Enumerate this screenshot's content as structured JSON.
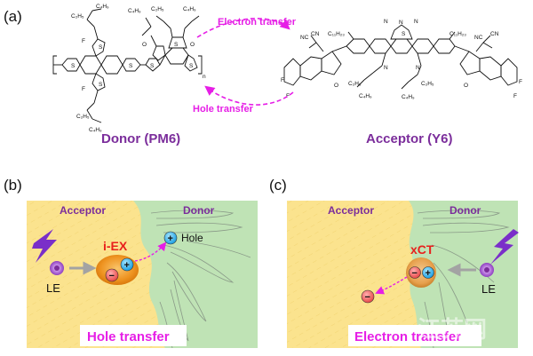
{
  "panels": {
    "a": "(a)",
    "b": "(b)",
    "c": "(c)"
  },
  "top": {
    "electron_transfer": "Electron transfer",
    "hole_transfer": "Hole transfer",
    "donor_name": "Donor (PM6)",
    "acceptor_name": "Acceptor (Y6)",
    "subscript_n": "n"
  },
  "chem_labels": {
    "c2h5": "C₂H₅",
    "c4h9": "C₄H₉",
    "c11h23": "C₁₁H₂₃",
    "f": "F",
    "s": "S",
    "o": "O",
    "n": "N",
    "nc": "NC",
    "cn": "CN"
  },
  "panel_b": {
    "acceptor": "Acceptor",
    "donor": "Donor",
    "le": "LE",
    "iex": "i-EX",
    "hole": "Hole",
    "banner": "Hole transfer",
    "minus": "−",
    "plus": "+"
  },
  "panel_c": {
    "acceptor": "Acceptor",
    "donor": "Donor",
    "le": "LE",
    "xct": "xCT",
    "banner": "Electron transfer",
    "minus": "−",
    "plus": "+"
  },
  "watermark": "江苏网",
  "colors": {
    "magenta": "#e61ee6",
    "purple_label": "#7b2d9b",
    "acceptor_bg": "#fbe38e",
    "donor_bg": "#bfe3b5",
    "orange_ellipse": "#ef9a1a",
    "red_text": "#e8201c",
    "electron_red": "#f06060",
    "hole_cyan": "#29b6ef",
    "lightning": "#7a2fc9"
  }
}
